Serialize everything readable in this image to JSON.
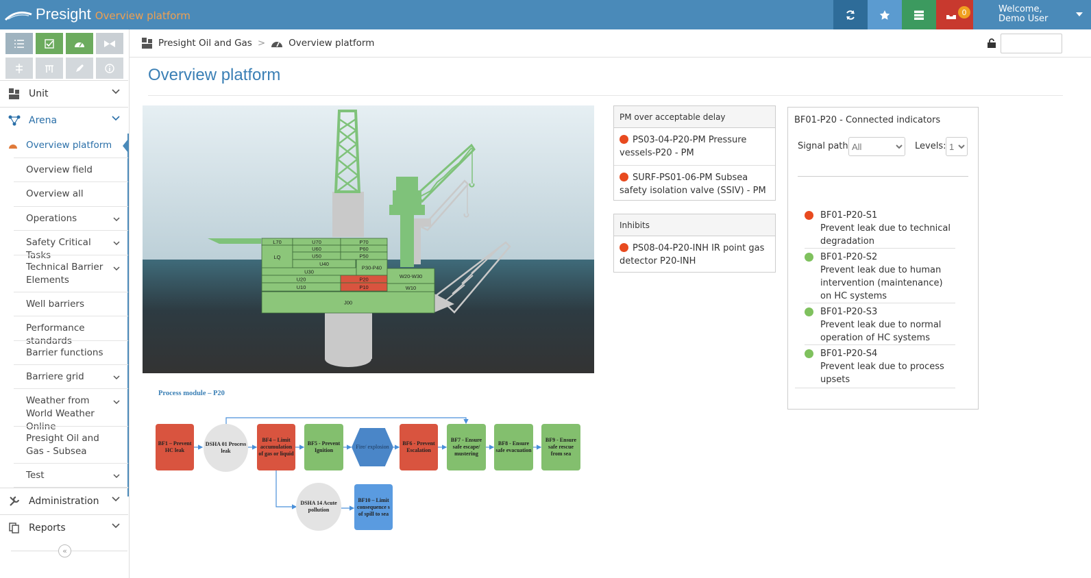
{
  "app": {
    "brand": "Presight",
    "brand_sub": "Overview platform",
    "notification_count": "0",
    "welcome_line1": "Welcome,",
    "welcome_line2": "Demo User"
  },
  "colors": {
    "topbar": "#4a8ab9",
    "accent": "#3a7fb5",
    "danger": "#d9534f",
    "success": "#6cab5e",
    "orange_badge": "#f0a020"
  },
  "toolbar": {
    "icons": [
      "refresh-icon",
      "star-icon",
      "server-icon",
      "inbox-icon"
    ]
  },
  "sidebar": {
    "top": [
      {
        "label": "Unit"
      },
      {
        "label": "Arena"
      }
    ],
    "items": [
      {
        "label": "Overview platform",
        "active": true
      },
      {
        "label": "Overview field"
      },
      {
        "label": "Overview all"
      },
      {
        "label": "Operations",
        "chevron": true
      },
      {
        "label": "Safety Critical Tasks",
        "chevron": true
      },
      {
        "label": "Technical Barrier Elements",
        "chevron": true
      },
      {
        "label": "Well barriers"
      },
      {
        "label": "Performance standards"
      },
      {
        "label": "Barrier functions"
      },
      {
        "label": "Barriere grid",
        "chevron": true
      },
      {
        "label": "Weather from World Weather Online",
        "chevron": true
      },
      {
        "label": "Presight Oil and Gas - Subsea"
      },
      {
        "label": "Test",
        "chevron": true
      }
    ],
    "bottom": [
      {
        "label": "Administration"
      },
      {
        "label": "Reports"
      }
    ]
  },
  "breadcrumb": {
    "root": "Presight Oil and Gas",
    "current": "Overview platform",
    "separator": ">"
  },
  "page": {
    "title": "Overview platform"
  },
  "platform": {
    "modules": {
      "L70": "L70",
      "LQ": "LQ",
      "U70": "U70",
      "U60": "U60",
      "U50": "U50",
      "U40": "U40",
      "U30": "U30",
      "U20": "U20",
      "U10": "U10",
      "P70": "P70",
      "P60": "P60",
      "P50": "P50",
      "P30P40": "P30-P40",
      "P20": "P20",
      "P10": "P10",
      "W20W30": "W20-W30",
      "W10": "W10",
      "J00": "J00"
    },
    "alarm_modules": [
      "P20",
      "P10"
    ]
  },
  "flow": {
    "title": "Process module – P20",
    "bf1": "BF1 – Prevent HC leak",
    "dsha01": "DSHA 01 Process leak",
    "bf4": "BF4 – Limit accumulation of gas or liquid",
    "bf5": "BF5 - Prevent Ignition",
    "fire": "Fire/ explosion",
    "bf6": "BF6 - Prevent Escalation",
    "bf7": "BF7 - Ensure safe escape/ mustering",
    "bf8": "BF8 - Ensure safe evacuation",
    "bf9": "BF9 - Ensure safe rescue from sea",
    "dsha14": "DSHA 14 Acute pollution",
    "bf10": "BF10 – Limit consequence s of spill to sea"
  },
  "pm_panel": {
    "title": "PM over acceptable delay",
    "items": [
      {
        "text": "PS03-04-P20-PM Pressure vessels-P20 - PM",
        "status": "red"
      },
      {
        "text": "SURF-PS01-06-PM Subsea safety isolation valve (SSIV) - PM",
        "status": "red"
      }
    ]
  },
  "inhibits_panel": {
    "title": "Inhibits",
    "items": [
      {
        "text": "PS08-04-P20-INH IR point gas detector P20-INH",
        "status": "red"
      }
    ]
  },
  "connected": {
    "title": "BF01-P20 - Connected indicators",
    "signal_path_label": "Signal path:",
    "signal_path_value": "All",
    "levels_label": "Levels:",
    "levels_value": "1",
    "items": [
      {
        "code": "BF01-P20-S1",
        "desc": "Prevent leak due to technical degradation",
        "status": "red"
      },
      {
        "code": "BF01-P20-S2",
        "desc": "Prevent leak due to human intervention (maintenance) on HC systems",
        "status": "green"
      },
      {
        "code": "BF01-P20-S3",
        "desc": "Prevent leak due to normal operation of HC systems",
        "status": "green"
      },
      {
        "code": "BF01-P20-S4",
        "desc": "Prevent leak due to process upsets",
        "status": "green"
      }
    ]
  }
}
